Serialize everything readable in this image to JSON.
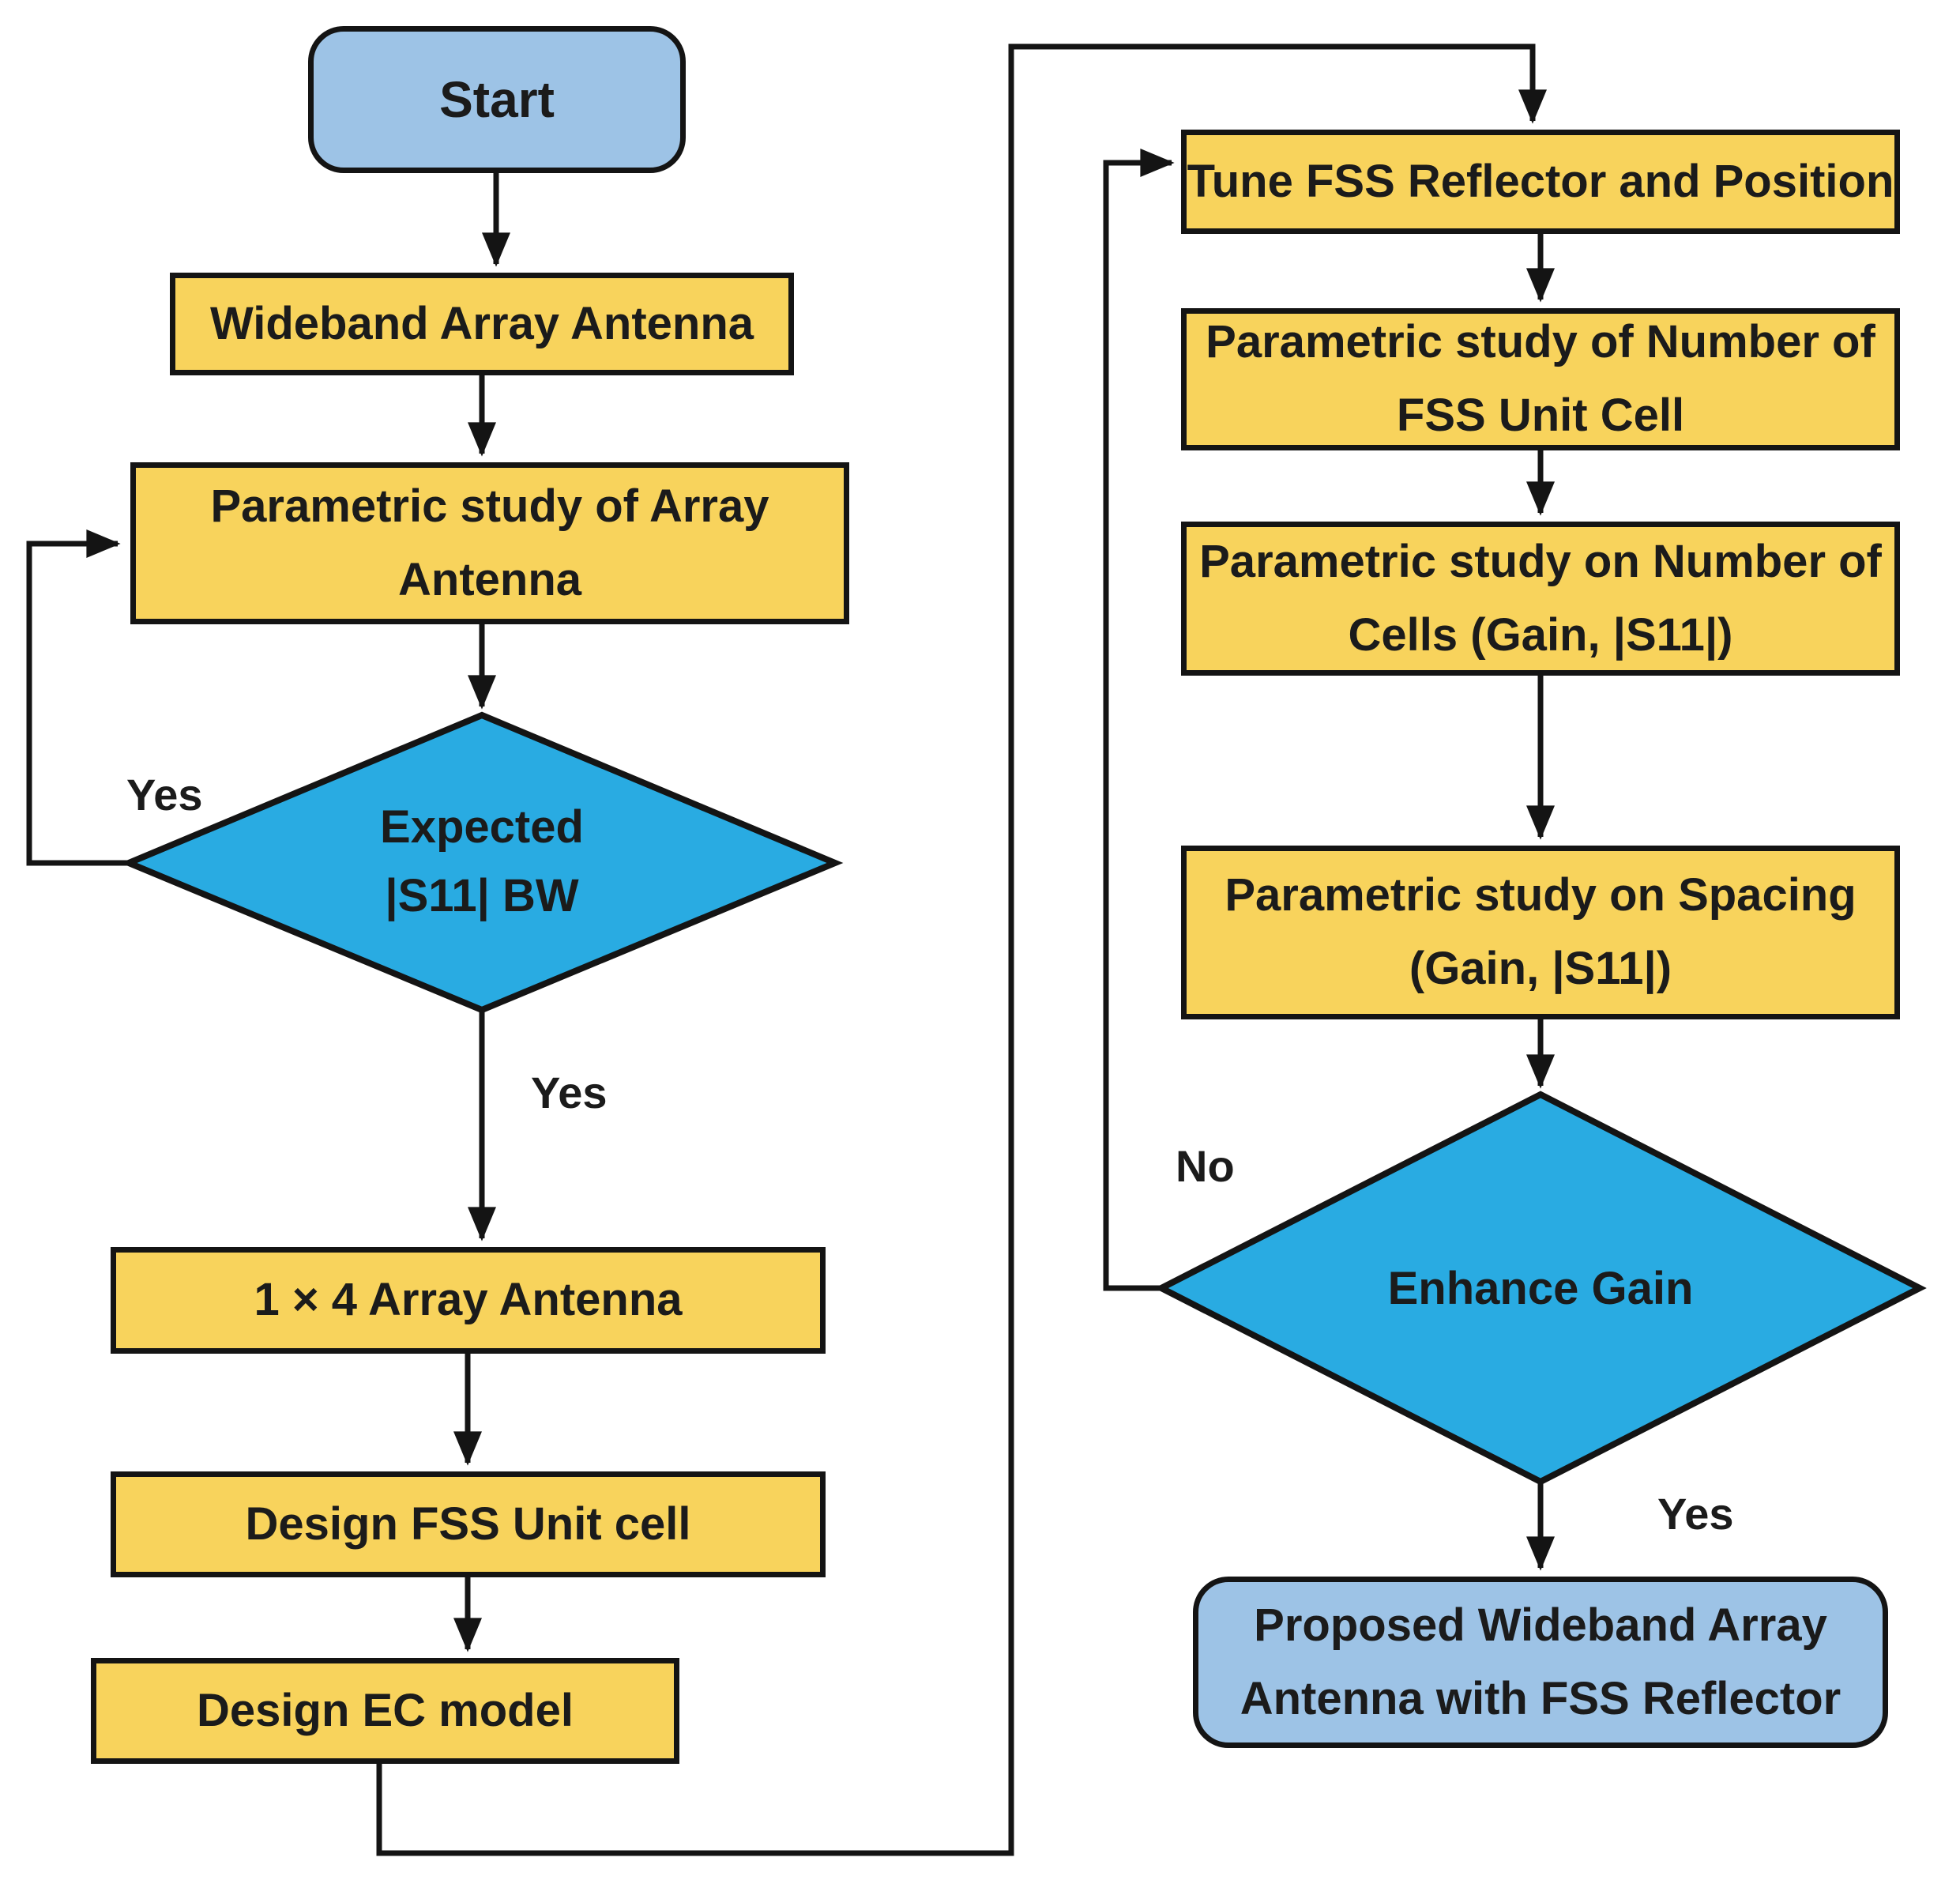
{
  "figure": {
    "type": "flowchart",
    "background": "#ffffff",
    "colors": {
      "process_fill": "#F8D35C",
      "terminal_fill": "#9DC3E6",
      "decision_fill": "#29ABE2",
      "line_color": "#141414",
      "text_color": "#1b1b1b"
    }
  },
  "nodes": {
    "start": {
      "label": "Start",
      "shape": "rounded-terminal"
    },
    "wideband": {
      "label": "Wideband Array Antenna",
      "shape": "process"
    },
    "param_array": {
      "line1": "Parametric study of Array",
      "line2": "Antenna",
      "shape": "process"
    },
    "expected_bw": {
      "line1": "Expected",
      "line2": "|S11| BW",
      "shape": "decision"
    },
    "array_1x4": {
      "label": "1 × 4 Array Antenna",
      "shape": "process"
    },
    "design_fss": {
      "label": "Design FSS Unit cell",
      "shape": "process"
    },
    "design_ec": {
      "label": "Design EC model",
      "shape": "process"
    },
    "tune": {
      "label": "Tune FSS Reflector and Position",
      "shape": "process"
    },
    "param_fss_unit": {
      "line1": "Parametric study of Number of",
      "line2": "FSS Unit Cell",
      "shape": "process"
    },
    "param_cells": {
      "line1": "Parametric study on Number of",
      "line2": "Cells (Gain, |S11|)",
      "shape": "process"
    },
    "param_spacing": {
      "line1": "Parametric study on Spacing",
      "line2": "(Gain, |S11|)",
      "shape": "process"
    },
    "enhance_gain": {
      "label": "Enhance Gain",
      "shape": "decision"
    },
    "proposed": {
      "line1": "Proposed Wideband Array",
      "line2": "Antenna with FSS Reflector",
      "shape": "rounded-terminal"
    }
  },
  "edge_labels": {
    "yes_loop": "Yes",
    "yes_down": "Yes",
    "no_loop": "No",
    "yes_final": "Yes"
  }
}
